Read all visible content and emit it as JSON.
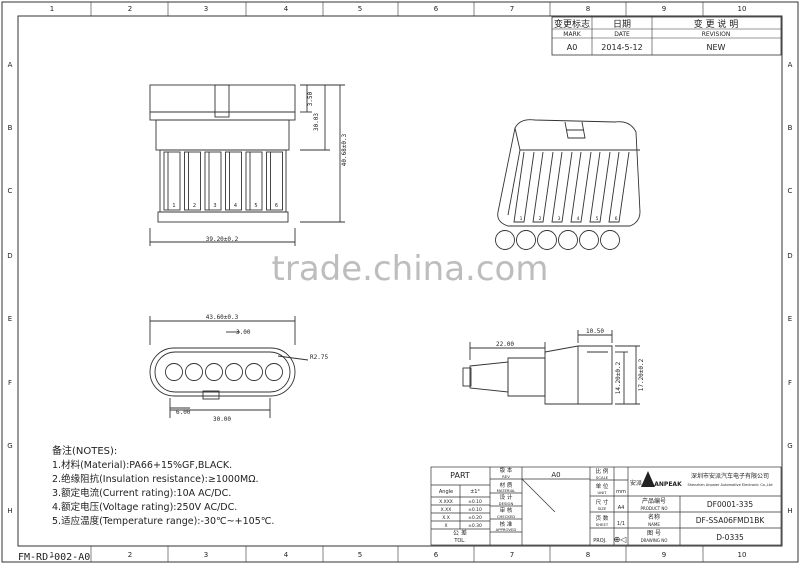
{
  "grid": {
    "cols": [
      "1",
      "2",
      "3",
      "4",
      "5",
      "6",
      "7",
      "8",
      "9",
      "10"
    ],
    "rows": [
      "A",
      "B",
      "C",
      "D",
      "E",
      "F",
      "G",
      "H"
    ]
  },
  "revision": {
    "headers": [
      "变更标志",
      "日期",
      "变 更 说 明"
    ],
    "headers_en": [
      "MARK",
      "DATE",
      "REVISION"
    ],
    "row": [
      "A0",
      "2014-5-12",
      "NEW"
    ]
  },
  "watermark": "trade.china.com",
  "dimensions": {
    "front_width": "39.20±0.2",
    "front_height": "40.68±0.3",
    "front_mid": "30.03",
    "front_top": "3.50",
    "bottom_width": "43.60±0.3",
    "bottom_a": "3.00",
    "bottom_b": "6.00",
    "bottom_c": "30.00",
    "bottom_r": "R2.75",
    "side_a": "22.00",
    "side_b": "10.50",
    "side_h1": "14.20±0.2",
    "side_h2": "17.20±0.2"
  },
  "pin_labels": [
    "1",
    "2",
    "3",
    "4",
    "5",
    "6"
  ],
  "notes": {
    "title": "备注(NOTES):",
    "items": [
      "1.材料(Material):PA66+15%GF,BLACK.",
      "2.绝缘阻抗(Insulation resistance):≥1000MΩ.",
      "3.额定电流(Current rating):10A AC/DC.",
      "4.额定电压(Voltage rating):250V AC/DC.",
      "5.适应温度(Temperature range):-30℃~+105℃."
    ]
  },
  "title_block": {
    "part": "PART",
    "tol_headers": [
      "Angle",
      "±1°"
    ],
    "tol_rows": [
      [
        "X.XXX",
        "±0.10"
      ],
      [
        "X.XX",
        "±0.10"
      ],
      [
        "X.X",
        "±0.20"
      ],
      [
        "X",
        "±0.30"
      ]
    ],
    "tol_note": [
      "公 差",
      "TOL."
    ],
    "labels": [
      [
        "版 本",
        "REV"
      ],
      [
        "材 质",
        "MATERIAL"
      ],
      [
        "设 计",
        "DESIGN"
      ],
      [
        "审 核",
        "CHECKED"
      ],
      [
        "核 准",
        "APPROVED"
      ]
    ],
    "rev_value": "A0",
    "scale_labels": [
      [
        "比 例",
        "SCALE"
      ],
      [
        "单 位",
        "UNIT"
      ],
      [
        "尺 寸",
        "SIZE"
      ],
      [
        "页 数",
        "SHEET"
      ]
    ],
    "unit_value": "mm",
    "size_value": "A4",
    "sheet_value": "1/1",
    "proj": "PROJ.",
    "company_cn": "深圳市安派汽车电子有限公司",
    "company_en": "Shenzhen Anpaier Automotive Electronic Co.,Ltd",
    "brand": "ANPEAK",
    "brand_cn": "安派",
    "product_no_label": [
      "产品编号",
      "PRODUCT NO"
    ],
    "product_no": "DF0001-335",
    "name_label": [
      "名称",
      "NAME"
    ],
    "name": "DF-SSA06FMD1BK",
    "drawing_no_label": [
      "图 号",
      "DRAWING NO"
    ],
    "drawing_no": "D-0335"
  },
  "footer_code": "FM-RD-002-A0"
}
